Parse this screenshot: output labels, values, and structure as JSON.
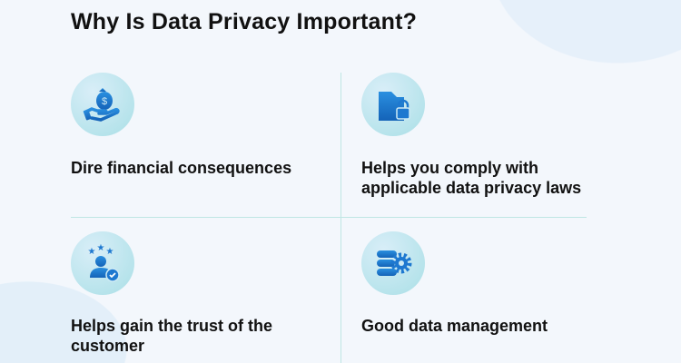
{
  "title": "Why Is Data Privacy Important?",
  "items": [
    {
      "icon": "money-bag-hand-icon",
      "label": "Dire financial consequences"
    },
    {
      "icon": "folder-lock-icon",
      "label": "Helps you comply with applicable data privacy laws"
    },
    {
      "icon": "customer-trust-icon",
      "label": "Helps gain the trust of the customer"
    },
    {
      "icon": "database-gear-icon",
      "label": "Good data management"
    }
  ],
  "colors": {
    "icon_blue": "#1e78d0",
    "circle": "#b3e2ea",
    "divider": "#bfe6e4",
    "background": "#f3f7fc"
  }
}
